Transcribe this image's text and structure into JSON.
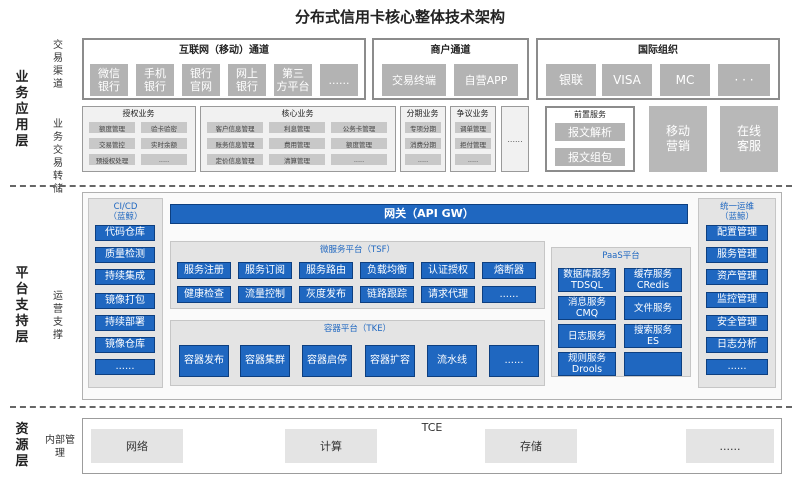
{
  "title": "分布式信用卡核心整体技术架构",
  "layers": {
    "business": "业务应用层",
    "platform": "平台支持层",
    "resource": "资源层"
  },
  "sublabels": {
    "channel": "交易渠道",
    "transfer": "业务交易转储",
    "ops": "运营支撑",
    "mgmt": "内部管理"
  },
  "channels": {
    "internet": {
      "title": "互联网（移动）通道",
      "items": [
        "微信\n银行",
        "手机\n银行",
        "银行\n官网",
        "网上\n银行",
        "第三\n方平台",
        "......"
      ]
    },
    "merchant": {
      "title": "商户通道",
      "items": [
        "交易终端",
        "自营APP"
      ]
    },
    "intl": {
      "title": "国际组织",
      "items": [
        "银联",
        "VISA",
        "MC",
        "· · ·"
      ]
    }
  },
  "business": {
    "auth": {
      "title": "授权业务",
      "items": [
        "额度管理",
        "验卡验密",
        "交易管控",
        "实时余额",
        "预授权处理",
        "....."
      ]
    },
    "core": {
      "title": "核心业务",
      "items": [
        "客户信息管理",
        "利息管理",
        "公务卡管理",
        "账务信息管理",
        "费用管理",
        "额度管理",
        "定价信息管理",
        "清算管理",
        "....."
      ]
    },
    "install": {
      "title": "分期业务",
      "items": [
        "专项分期",
        "消费分期",
        "....."
      ]
    },
    "dispute": {
      "title": "争议业务",
      "items": [
        "调单管理",
        "拒付管理",
        "....."
      ]
    },
    "more": "......",
    "front": {
      "title": "前置服务",
      "items": [
        "报文解析",
        "报文组包"
      ]
    },
    "mobile": "移动\n营销",
    "online": "在线\n客服"
  },
  "platform": {
    "cicd": {
      "title": "CI/CD\n（蓝鲸）",
      "items": [
        "代码仓库",
        "质量检测",
        "持续集成",
        "镜像打包",
        "持续部署",
        "镜像仓库",
        "......"
      ]
    },
    "gateway": "网关（API GW）",
    "tsf": {
      "title": "微服务平台（TSF）",
      "items": [
        "服务注册",
        "服务订阅",
        "服务路由",
        "负载均衡",
        "认证授权",
        "熔断器",
        "健康检查",
        "流量控制",
        "灰度发布",
        "链路跟踪",
        "请求代理",
        "......"
      ]
    },
    "tke": {
      "title": "容器平台（TKE）",
      "items": [
        "容器发布",
        "容器集群",
        "容器启停",
        "容器扩容",
        "流水线",
        "......"
      ]
    },
    "paas": {
      "title": "PaaS平台",
      "items": [
        "数据库服务\nTDSQL",
        "缓存服务\nCRedis",
        "消息服务\nCMQ",
        "文件服务",
        "日志服务",
        "搜索服务\nES",
        "规则服务\nDrools",
        ""
      ]
    },
    "ops": {
      "title": "统一运维\n（蓝鲸）",
      "items": [
        "配置管理",
        "服务管理",
        "资产管理",
        "监控管理",
        "安全管理",
        "日志分析",
        "......"
      ]
    }
  },
  "resource": {
    "title": "TCE",
    "items": [
      "网络",
      "计算",
      "存储",
      "......"
    ]
  },
  "colors": {
    "blue": "#1f67c0",
    "gray_tile": "#b3b3b3",
    "panel": "#e4e4e4"
  }
}
